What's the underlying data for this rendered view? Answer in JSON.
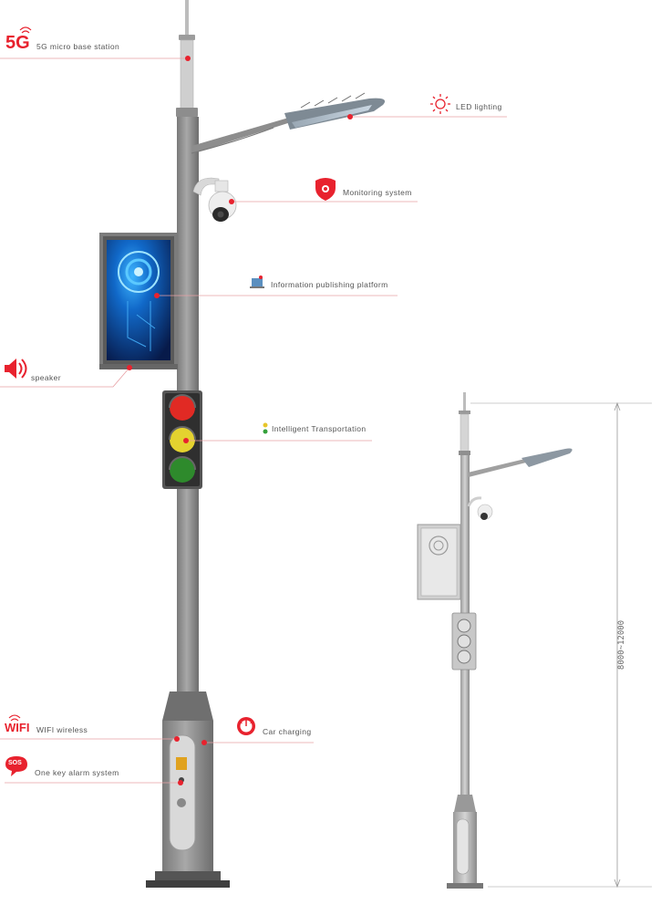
{
  "colors": {
    "accent": "#e8222e",
    "pole": "#8f8f8f",
    "pole_dark": "#6e6e6e",
    "line": "#e8a0a4",
    "text": "#555555"
  },
  "logos": {
    "five_g": "5G",
    "wifi": "WIFI",
    "sos": "SOS"
  },
  "features": [
    {
      "id": "5g",
      "icon": "5g-logo-icon",
      "label": "5G micro base station"
    },
    {
      "id": "led",
      "icon": "sun-icon",
      "label": "LED lighting"
    },
    {
      "id": "monitor",
      "icon": "shield-icon",
      "label": "Monitoring system"
    },
    {
      "id": "info",
      "icon": "screen-icon",
      "label": "Information publishing platform"
    },
    {
      "id": "speaker",
      "icon": "speaker-icon",
      "label": "speaker"
    },
    {
      "id": "traffic",
      "icon": "traffic-dots-icon",
      "label": "Intelligent Transportation"
    },
    {
      "id": "wifi",
      "icon": "wifi-logo-icon",
      "label": "WIFI wireless"
    },
    {
      "id": "charging",
      "icon": "gauge-icon",
      "label": "Car charging"
    },
    {
      "id": "sos",
      "icon": "sos-icon",
      "label": "One key alarm system"
    }
  ],
  "dimension": {
    "label": "8000~12000"
  }
}
